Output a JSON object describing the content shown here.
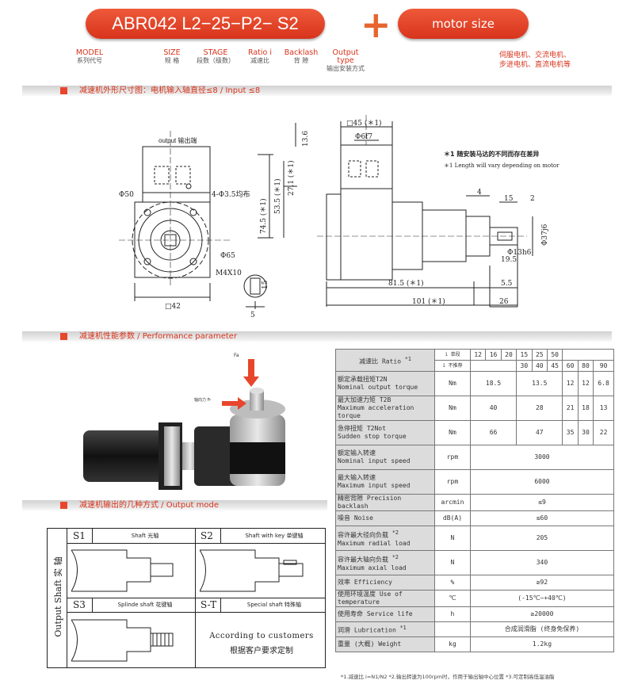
{
  "header": {
    "model_code": "ABR042 L2−25−P2− S2",
    "motor_size": "motor size",
    "motor_types": [
      "伺服电机、交流电机、",
      "步进电机、直流电机等"
    ]
  },
  "code_labels": [
    {
      "en": "MODEL",
      "zh": "系列代号"
    },
    {
      "en": "SIZE",
      "zh": "规 格"
    },
    {
      "en": "STAGE",
      "zh": "段数（级数）"
    },
    {
      "en": "Ratio i",
      "zh": "减速比"
    },
    {
      "en": "Backlash",
      "zh": "背 隙"
    },
    {
      "en": "Output type",
      "zh": "输出安装方式"
    }
  ],
  "sections": {
    "dimensions": "减速机外形尺寸图：电机输入轴直径≤8 / Input ≤8",
    "performance": "减速机性能参数 / Performance parameter",
    "output_mode": "减速机输出的几种方式 / Output mode"
  },
  "drawing": {
    "output_label": "output 输出端",
    "note1_zh": "＊1  随安装马达的不同而存在差异",
    "note1_en": "＊1 Length will vary depending on motor",
    "dims": {
      "phi50": "Φ50",
      "holes": "4-Φ3.5均布",
      "phi65": "Φ65",
      "sq42": "□42",
      "m4x10": "M4X10",
      "five": "5",
      "fifteen": "15",
      "sq45": "□45 (＊1)",
      "d13_6": "13.6",
      "phi6f7": "Φ6f7",
      "d27_1": "27.1 (＊1)",
      "d53_5": "53.5 (＊1)",
      "d74_5": "74.5 (＊1)",
      "d4": "4",
      "d15": "15",
      "d2": "2",
      "phi37": "Φ37j6",
      "phi13": "Φ13h6",
      "d19_5": "19.5",
      "d81_5": "81.5 (＊1)",
      "d5_5": "5.5",
      "d101": "101 (＊1)",
      "d26": "26"
    },
    "force_labels": {
      "fr": "轴向力 Fr",
      "fa": "Fa"
    }
  },
  "performance": {
    "ratio_label": "减速比 Ratio",
    "ratio_note": "*1",
    "stage1": "i 单段",
    "stage2": "i 不推荐",
    "ratios_1": [
      "12",
      "16",
      "20",
      "15",
      "25",
      "50"
    ],
    "ratios_2": [
      "30",
      "40",
      "45",
      "60",
      "80",
      "90"
    ],
    "rows": [
      {
        "zh": "额定承载扭矩T2N",
        "en": "Nominal output torque",
        "unit": "Nm",
        "v": [
          "18.5",
          "13.5",
          "12",
          "12",
          "6.8"
        ]
      },
      {
        "zh": "最大加速力矩 T2B",
        "en": "Maximum acceleration torque",
        "unit": "Nm",
        "v": [
          "40",
          "28",
          "21",
          "18",
          "13"
        ]
      },
      {
        "zh": "急停扭矩 T2Not",
        "en": "Sudden stop torque",
        "unit": "Nm",
        "v": [
          "66",
          "47",
          "35",
          "30",
          "22"
        ]
      },
      {
        "zh": "额定输入转速",
        "en": "Nominal input speed",
        "unit": "rpm",
        "v": [
          "3000"
        ]
      },
      {
        "zh": "最大输入转速",
        "en": "Maximum input speed",
        "unit": "rpm",
        "v": [
          "6000"
        ]
      },
      {
        "zh": "精密背隙 Precision backlash",
        "en": "",
        "unit": "arcmin",
        "v": [
          "≤9"
        ]
      },
      {
        "zh": "噪音 Noise",
        "en": "",
        "unit": "dB(A)",
        "v": [
          "≤60"
        ]
      },
      {
        "zh": "容许最大径向负载",
        "en": "Maximum radial load",
        "unit": "N",
        "v": [
          "205"
        ],
        "note": "*2"
      },
      {
        "zh": "容许最大轴向负载",
        "en": "Maximum axial load",
        "unit": "N",
        "v": [
          "340"
        ],
        "note": "*2"
      },
      {
        "zh": "效率 Efficiency",
        "en": "",
        "unit": "%",
        "v": [
          "≥92"
        ]
      },
      {
        "zh": "使用环境温度 Use of temperature",
        "en": "",
        "unit": "℃",
        "v": [
          "(-15℃~+40℃)"
        ]
      },
      {
        "zh": "使用寿命 Service life",
        "en": "",
        "unit": "h",
        "v": [
          "≥20000"
        ]
      },
      {
        "zh": "润滑 Lubrication",
        "en": "",
        "unit": "",
        "v": [
          "合成润滑脂 (终身免保养)"
        ],
        "note": "*1"
      },
      {
        "zh": "重量 (大概) Weight",
        "en": "",
        "unit": "kg",
        "v": [
          "1.2kg"
        ]
      }
    ],
    "footnote": "*1.减速比 i=N1/N2   *2.输出转速为100rpm时，作用于输出轴中心位置   *3.可定制高低温油脂"
  },
  "output_modes": {
    "side_label": "Output Shaft 实 轴",
    "s1": {
      "code": "S1",
      "name": "Shaft 光轴"
    },
    "s2": {
      "code": "S2",
      "name": "Shaft with key 单键轴"
    },
    "s3": {
      "code": "S3",
      "name": "Splinde shaft 花键轴"
    },
    "st": {
      "code": "S-T",
      "name": "Special shaft 特殊轴"
    },
    "custom_en": "According to customers",
    "custom_zh": "根据客户要求定制"
  },
  "colors": {
    "accent": "#e8462c",
    "label_red": "#d8341c"
  }
}
